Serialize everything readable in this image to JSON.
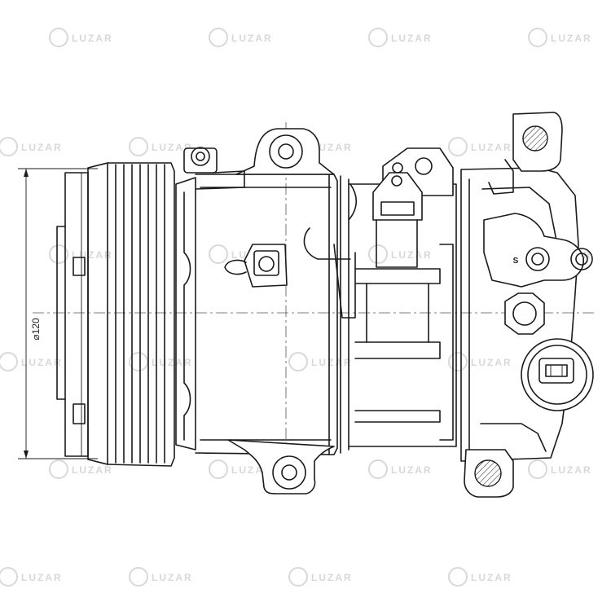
{
  "watermark": {
    "brand": "LUZAR",
    "color": "#d8d8d8"
  },
  "dimension": {
    "label": "⌀120"
  },
  "valve_marking": {
    "label": "S"
  },
  "colors": {
    "line": "#1a1a1a",
    "background": "#ffffff"
  }
}
